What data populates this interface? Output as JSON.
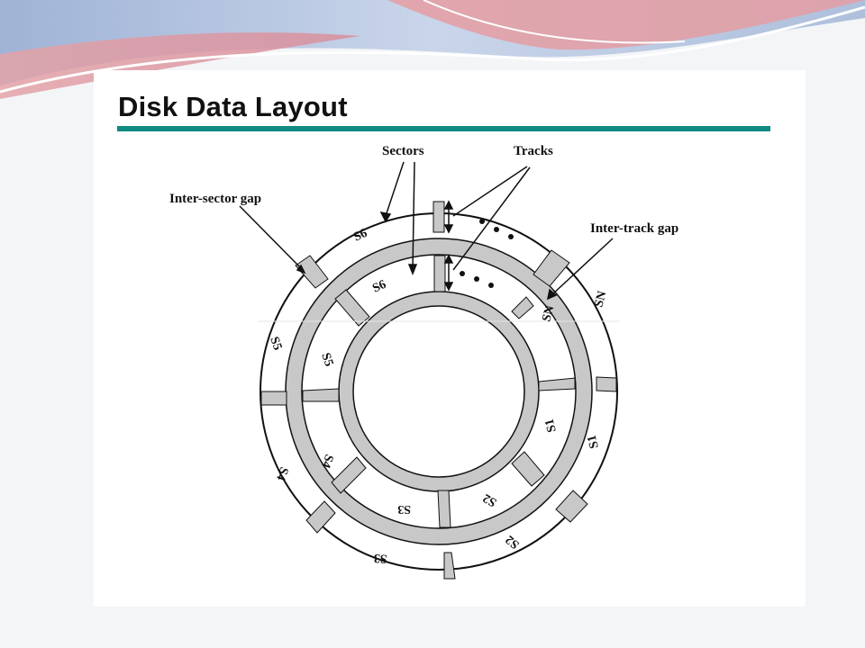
{
  "slide": {
    "title": "Disk Data Layout",
    "accent_color": "#108a83"
  },
  "diagram": {
    "labels": {
      "sectors": "Sectors",
      "tracks": "Tracks",
      "inter_sector_gap": "Inter-sector gap",
      "inter_track_gap": "Inter-track gap"
    },
    "outer_track_sectors": [
      "S1",
      "S2",
      "S3",
      "S4",
      "S5",
      "S6",
      "SN"
    ],
    "inner_track_sectors": [
      "S1",
      "S2",
      "S3",
      "S4",
      "S5",
      "S6",
      "SN"
    ],
    "gap_color": "#c8c8c8"
  }
}
